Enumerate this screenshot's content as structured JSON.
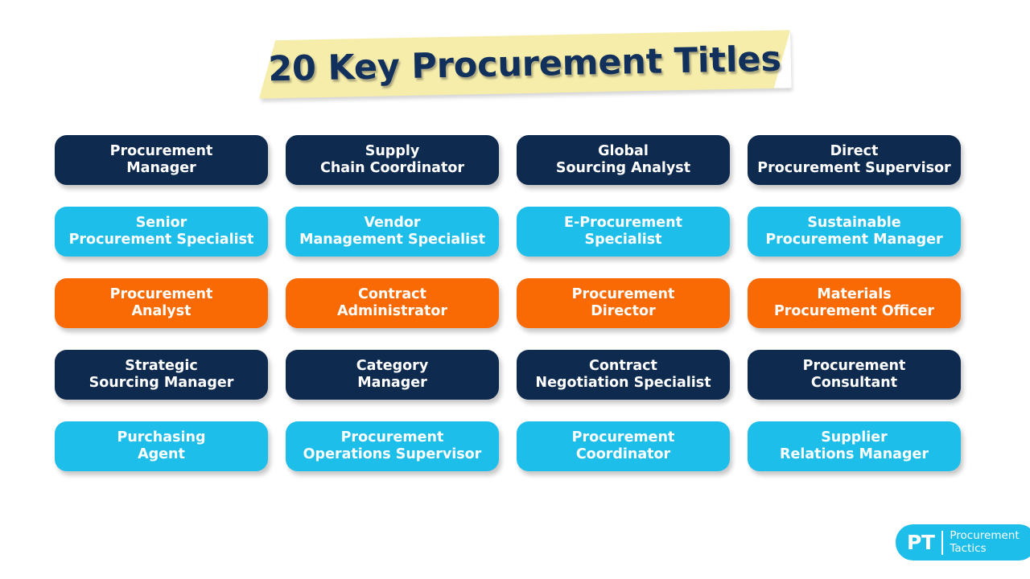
{
  "title": {
    "text": "20 Key Procurement Titles",
    "banner_color": "#f6edaa",
    "text_color": "#12305c"
  },
  "colors": {
    "navy": "#0e2a4f",
    "cyan": "#1ebeea",
    "orange": "#f96a05",
    "background": "#ffffff"
  },
  "grid": {
    "columns": 4,
    "rows": 5,
    "total_cards": 20,
    "cards": [
      {
        "line1": "Procurement",
        "line2": "Manager",
        "color": "navy"
      },
      {
        "line1": "Supply",
        "line2": "Chain Coordinator",
        "color": "navy"
      },
      {
        "line1": "Global",
        "line2": "Sourcing Analyst",
        "color": "navy"
      },
      {
        "line1": "Direct",
        "line2": "Procurement Supervisor",
        "color": "navy"
      },
      {
        "line1": "Senior",
        "line2": "Procurement Specialist",
        "color": "cyan"
      },
      {
        "line1": "Vendor",
        "line2": "Management Specialist",
        "color": "cyan"
      },
      {
        "line1": "E-Procurement",
        "line2": "Specialist",
        "color": "cyan"
      },
      {
        "line1": "Sustainable",
        "line2": "Procurement Manager",
        "color": "cyan"
      },
      {
        "line1": "Procurement",
        "line2": "Analyst",
        "color": "orange"
      },
      {
        "line1": "Contract",
        "line2": "Administrator",
        "color": "orange"
      },
      {
        "line1": "Procurement",
        "line2": "Director",
        "color": "orange"
      },
      {
        "line1": "Materials",
        "line2": "Procurement Officer",
        "color": "orange"
      },
      {
        "line1": "Strategic",
        "line2": "Sourcing Manager",
        "color": "navy"
      },
      {
        "line1": "Category",
        "line2": "Manager",
        "color": "navy"
      },
      {
        "line1": "Contract",
        "line2": "Negotiation Specialist",
        "color": "navy"
      },
      {
        "line1": "Procurement",
        "line2": "Consultant",
        "color": "navy"
      },
      {
        "line1": "Purchasing",
        "line2": "Agent",
        "color": "cyan"
      },
      {
        "line1": "Procurement",
        "line2": "Operations Supervisor",
        "color": "cyan"
      },
      {
        "line1": "Procurement",
        "line2": "Coordinator",
        "color": "cyan"
      },
      {
        "line1": "Supplier",
        "line2": "Relations Manager",
        "color": "cyan"
      }
    ]
  },
  "logo": {
    "monogram": "PT",
    "name_line1": "Procurement",
    "name_line2": "Tactics",
    "color": "#1ebeea"
  }
}
